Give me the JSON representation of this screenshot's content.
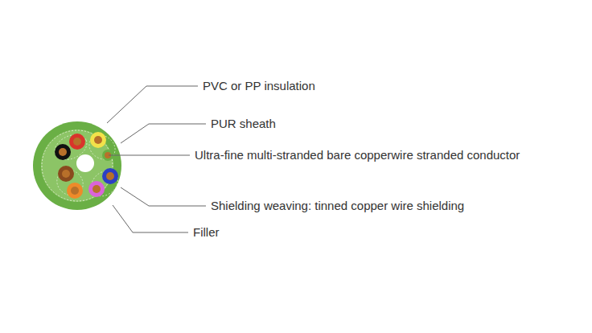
{
  "diagram": {
    "labels": [
      "PVC or PP insulation",
      "PUR sheath",
      "Ultra-fine multi-stranded bare copperwire stranded conductor",
      "Shielding weaving: tinned copper wire shielding",
      "Filler"
    ]
  }
}
